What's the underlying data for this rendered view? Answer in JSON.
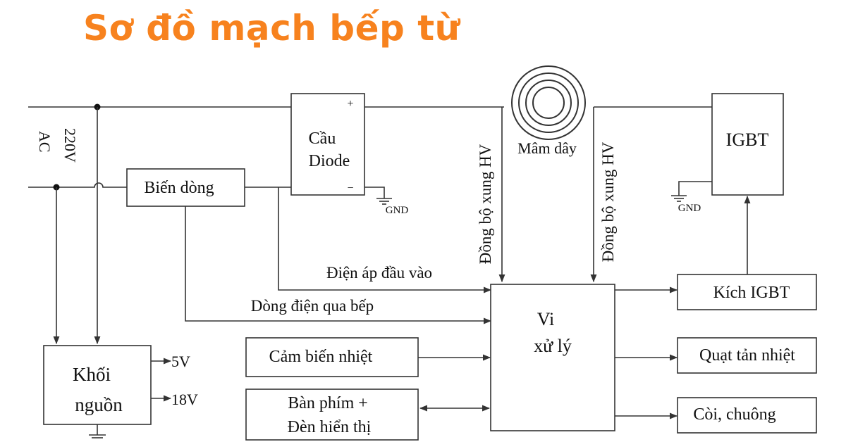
{
  "title": "Sơ đồ mạch bếp từ",
  "colors": {
    "title": "#F7821E",
    "line": "#333333"
  },
  "input": {
    "voltage": "220V",
    "type": "AC"
  },
  "blocks": {
    "bridge_line1": "Cầu",
    "bridge_line2": "Diode",
    "bridge_plus": "+",
    "bridge_minus": "−",
    "coil": "Mâm dây",
    "igbt": "IGBT",
    "current_sensor": "Biến dòng",
    "mcu_line1": "Vi",
    "mcu_line2": "xử lý",
    "psu_line1": "Khối",
    "psu_line2": "nguồn",
    "psu_out1": "5V",
    "psu_out2": "18V",
    "temp_sensor": "Cảm biến nhiệt",
    "keypad_line1": "Bàn phím +",
    "keypad_line2": "Đèn hiển thị",
    "igbt_driver": "Kích IGBT",
    "fan": "Quạt tản nhiệt",
    "buzzer": "Còi, chuông",
    "gnd_left": "GND",
    "gnd_right": "GND"
  },
  "signals": {
    "input_voltage": "Điện áp đầu vào",
    "stove_current": "Dòng điện qua bếp",
    "hv_sync_left": "Đồng bộ xung HV",
    "hv_sync_right": "Đồng bộ xung HV"
  }
}
